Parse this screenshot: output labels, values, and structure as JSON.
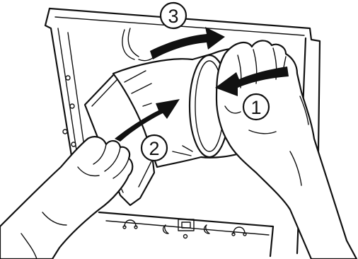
{
  "diagram": {
    "steps": [
      {
        "label": "1"
      },
      {
        "label": "2"
      },
      {
        "label": "3"
      }
    ],
    "colors": {
      "ink": "#111111",
      "background": "#ffffff"
    }
  }
}
